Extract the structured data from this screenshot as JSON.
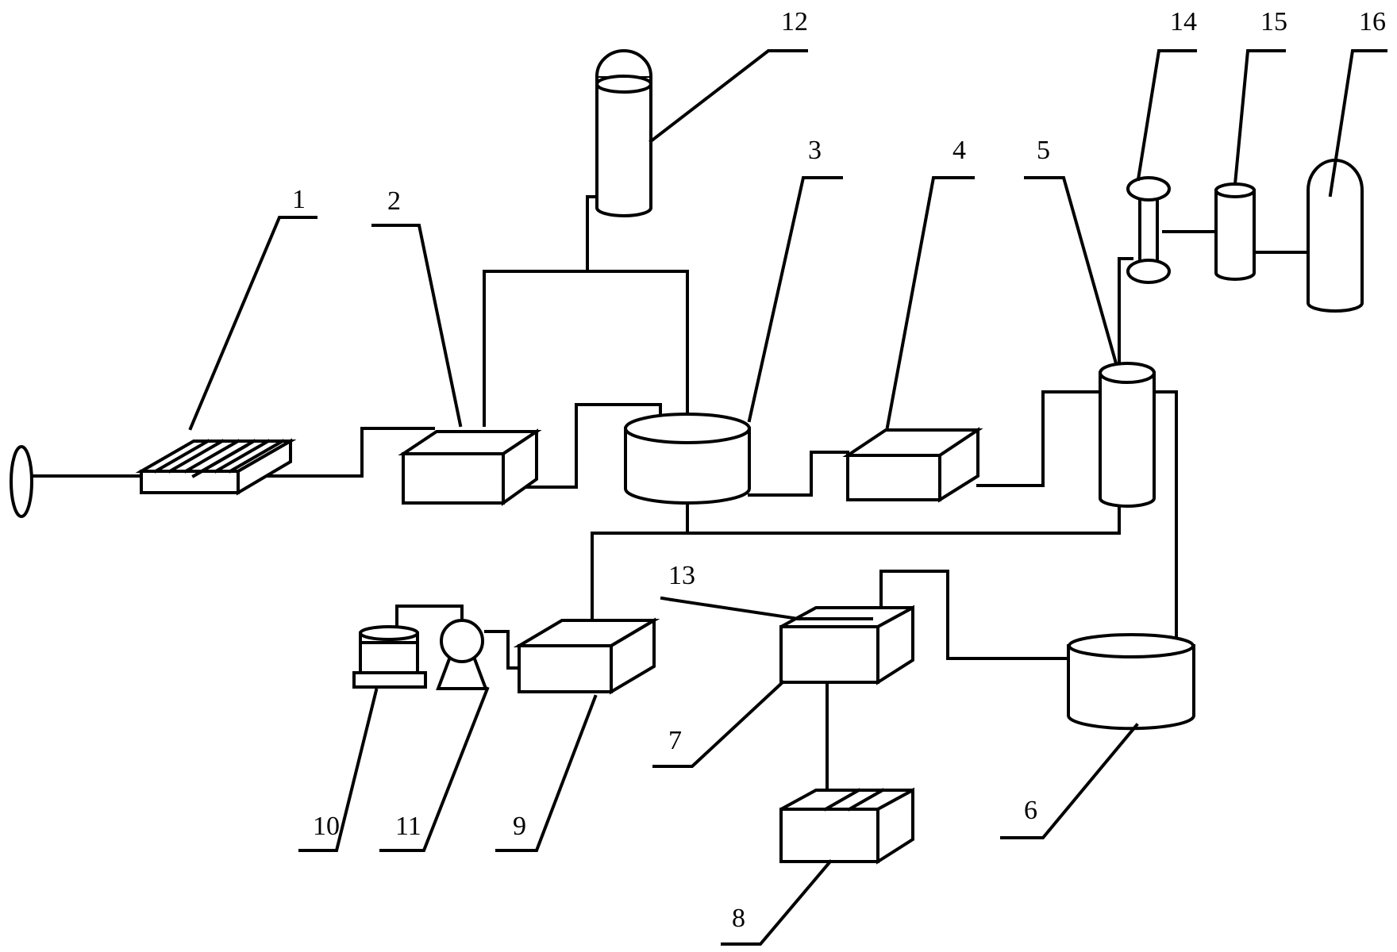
{
  "diagram": {
    "labels": {
      "n1": "1",
      "n2": "2",
      "n3": "3",
      "n4": "4",
      "n5": "5",
      "n6": "6",
      "n7": "7",
      "n8": "8",
      "n9": "9",
      "n10": "10",
      "n11": "11",
      "n12": "12",
      "n13": "13",
      "n14": "14",
      "n15": "15",
      "n16": "16"
    },
    "components": [
      {
        "id": "inlet",
        "icon": "ellipse-inlet-icon"
      },
      {
        "id": "1",
        "icon": "grid-screen-icon"
      },
      {
        "id": "2",
        "icon": "box-tank-icon"
      },
      {
        "id": "3",
        "icon": "cylindrical-tank-icon"
      },
      {
        "id": "4",
        "icon": "box-tank-icon"
      },
      {
        "id": "5",
        "icon": "vertical-column-icon"
      },
      {
        "id": "6",
        "icon": "cylindrical-tank-icon"
      },
      {
        "id": "7",
        "icon": "partitioned-box-icon"
      },
      {
        "id": "8",
        "icon": "partitioned-box-icon"
      },
      {
        "id": "9",
        "icon": "box-tank-icon"
      },
      {
        "id": "10",
        "icon": "drum-on-stand-icon"
      },
      {
        "id": "11",
        "icon": "pump-icon"
      },
      {
        "id": "12",
        "icon": "gas-holder-icon"
      },
      {
        "id": "13",
        "icon": "partition-plate-icon"
      },
      {
        "id": "14",
        "icon": "flame-arrester-icon"
      },
      {
        "id": "15",
        "icon": "small-cylinder-icon"
      },
      {
        "id": "16",
        "icon": "gas-bottle-icon"
      }
    ]
  }
}
